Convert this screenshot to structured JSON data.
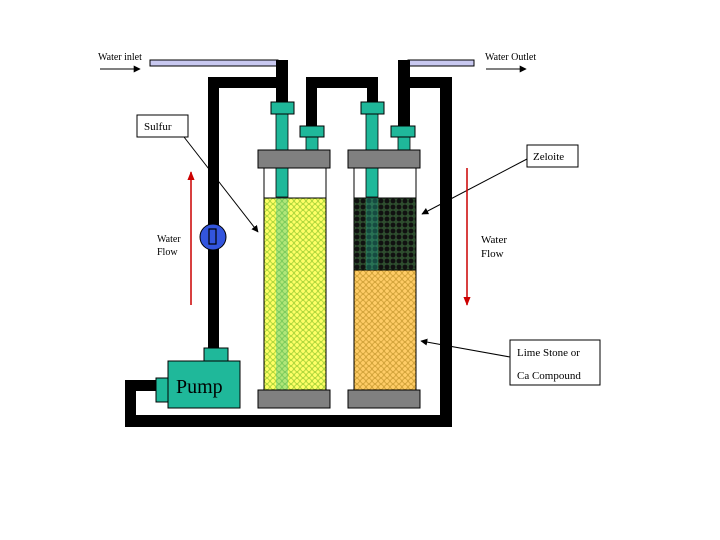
{
  "labels": {
    "water_inlet": "Water inlet",
    "water_outlet": "Water Outlet",
    "sulfur": "Sulfur",
    "zeolite": "Zeloite",
    "water_flow_left_1": "Water",
    "water_flow_left_2": "Flow",
    "water_flow_right_1": "Water",
    "water_flow_right_2": "Flow",
    "limestone_1": "Lime Stone or",
    "limestone_2": "Ca Compound",
    "pump": "Pump"
  },
  "colors": {
    "pipe": "#000000",
    "fitting": "#1fb89a",
    "cap": "#808080",
    "sulfur_fill": "#ffff66",
    "sulfur_dot": "#9acd32",
    "zeolite_fill": "#2e4d2e",
    "zeolite_dot": "#111111",
    "limestone_fill": "#ffcc66",
    "limestone_dot": "#c89a30",
    "flow_arrow": "#cc0000",
    "valve": "#3355dd",
    "inlet_bar": "#c8c8f0"
  }
}
